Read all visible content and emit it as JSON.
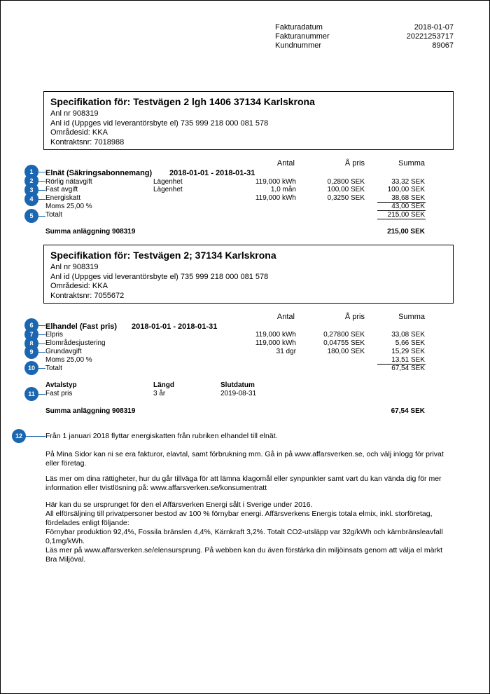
{
  "header": {
    "rows": [
      {
        "label": "Fakturadatum",
        "value": "2018-01-07"
      },
      {
        "label": "Fakturanummer",
        "value": "20221253717"
      },
      {
        "label": "Kundnummer",
        "value": "89067"
      }
    ]
  },
  "spec1": {
    "title": "Specifikation för: Testvägen 2 lgh 1406 37134 Karlskrona",
    "lines": [
      "Anl nr 908319",
      "Anl id (Uppges vid leverantörsbyte el) 735 999 218 000 081 578",
      "Områdesid: KKA",
      "Kontraktsnr: 7018988"
    ]
  },
  "table1": {
    "headers": {
      "antal": "Antal",
      "apris": "Å pris",
      "summa": "Summa"
    },
    "section": "Elnät (Säkringsabonnemang)",
    "period": "2018-01-01 - 2018-01-31",
    "rows": [
      {
        "name": "Rörlig nätavgift",
        "type": "Lägenhet",
        "antal": "119,000 kWh",
        "apris": "0,2800 SEK",
        "summa": "33,32 SEK"
      },
      {
        "name": "Fast avgift",
        "type": "Lägenhet",
        "antal": "1,0 mån",
        "apris": "100,00 SEK",
        "summa": "100,00 SEK"
      },
      {
        "name": "Energiskatt",
        "type": "",
        "antal": "119,000 kWh",
        "apris": "0,3250 SEK",
        "summa": "38,68 SEK"
      },
      {
        "name": "Moms 25,00 %",
        "type": "",
        "antal": "",
        "apris": "",
        "summa": "43,00 SEK"
      }
    ],
    "total_label": "Totalt",
    "total": "215,00 SEK",
    "sum_label": "Summa anläggning 908319",
    "sum": "215,00 SEK"
  },
  "spec2": {
    "title": "Specifikation för: Testvägen 2; 37134 Karlskrona",
    "lines": [
      "Anl nr 908319",
      "Anl id (Uppges vid leverantörsbyte el) 735 999 218 000 081 578",
      "Områdesid: KKA",
      "Kontraktsnr: 7055672"
    ]
  },
  "table2": {
    "headers": {
      "antal": "Antal",
      "apris": "Å pris",
      "summa": "Summa"
    },
    "section": "Elhandel (Fast pris)",
    "period": "2018-01-01 - 2018-01-31",
    "rows": [
      {
        "name": "Elpris",
        "antal": "119,000 kWh",
        "apris": "0,27800 SEK",
        "summa": "33,08 SEK"
      },
      {
        "name": "Elområdesjustering",
        "antal": "119,000 kWh",
        "apris": "0,04755 SEK",
        "summa": "5,66 SEK"
      },
      {
        "name": "Grundavgift",
        "antal": "31 dgr",
        "apris": "180,00 SEK",
        "summa": "15,29 SEK"
      },
      {
        "name": "Moms 25,00 %",
        "antal": "",
        "apris": "",
        "summa": "13,51 SEK"
      }
    ],
    "total_label": "Totalt",
    "total": "67,54 SEK",
    "contract": {
      "headers": {
        "type": "Avtalstyp",
        "length": "Längd",
        "end": "Slutdatum"
      },
      "type": "Fast pris",
      "length": "3 år",
      "end": "2019-08-31"
    },
    "sum_label": "Summa anläggning 908319",
    "sum": "67,54 SEK"
  },
  "markers": [
    "1",
    "2",
    "3",
    "4",
    "5",
    "6",
    "7",
    "8",
    "9",
    "10",
    "11",
    "12"
  ],
  "accent_color": "#1a66b0",
  "info": {
    "p1": [
      "Från 1 januari 2018 flyttar energiskatten från rubriken elhandel till elnät."
    ],
    "p2": [
      "På Mina Sidor kan ni se era fakturor, elavtal, samt förbrukning mm. Gå in på www.affarsverken.se, och välj inlogg för privat",
      "eller företag."
    ],
    "p3": [
      "Läs mer om dina rättigheter, hur du går tillväga för att lämna klagomål eller synpunkter samt vart du kan vända dig för mer",
      "information eller tvistlösning på: www.affarsverken.se/konsumentratt"
    ],
    "p4": [
      "Här kan du se ursprunget för den el Affärsverken Energi sålt i Sverige under 2016.",
      "All elförsäljning till privatpersoner bestod av 100 % förnybar energi. Affärsverkens Energis totala elmix, inkl. storföretag,",
      "fördelades enligt följande:",
      "Förnybar produktion 92,4%, Fossila bränslen 4,4%, Kärnkraft 3,2%. Totalt CO2-utsläpp var 32g/kWh och kärnbränsleavfall",
      "0,1mg/kWh.",
      "Läs mer på www.affarsverken.se/elensursprung. På webben kan du även förstärka din miljöinsats genom att välja el märkt",
      "Bra Miljöval."
    ]
  }
}
